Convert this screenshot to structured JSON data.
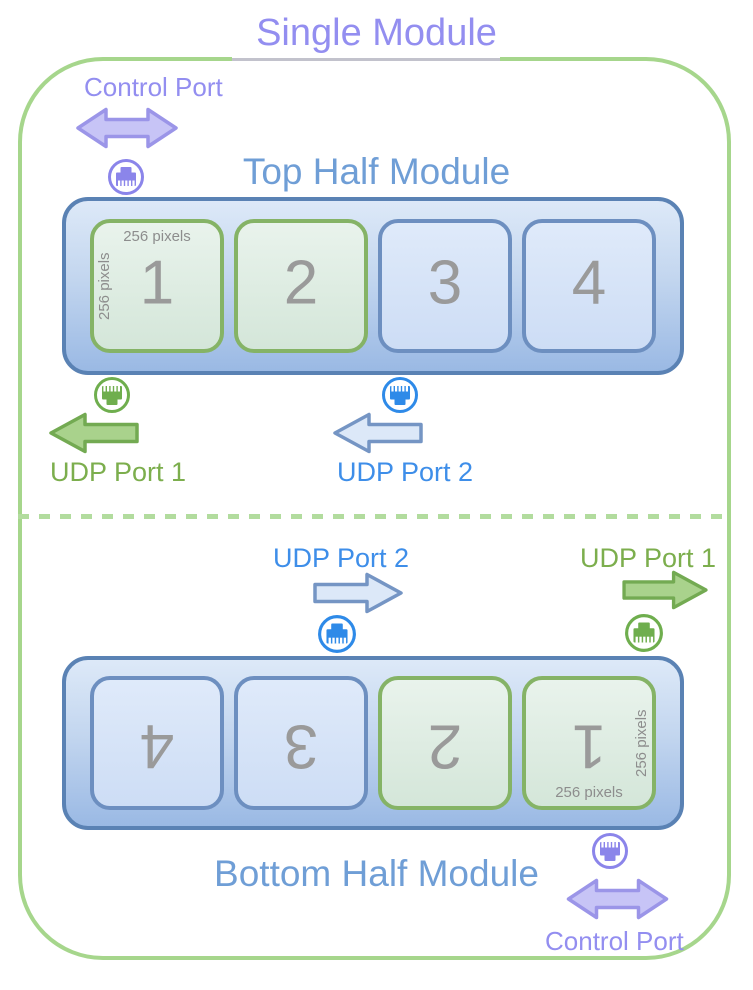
{
  "title": "Single Module",
  "top": {
    "title": "Top Half Module",
    "control_port_label": "Control Port",
    "udp_port_1_label": "UDP Port 1",
    "udp_port_2_label": "UDP Port 2",
    "width_label": "256 pixels",
    "height_label": "256 pixels",
    "blocks": [
      {
        "num": "1",
        "color": "green"
      },
      {
        "num": "2",
        "color": "green"
      },
      {
        "num": "3",
        "color": "blue"
      },
      {
        "num": "4",
        "color": "blue"
      }
    ]
  },
  "bottom": {
    "title": "Bottom Half Module",
    "control_port_label": "Control Port",
    "udp_port_1_label": "UDP Port 1",
    "udp_port_2_label": "UDP Port 2",
    "width_label": "256 pixels",
    "height_label": "256 pixels",
    "blocks": [
      {
        "num": "4",
        "color": "blue"
      },
      {
        "num": "3",
        "color": "blue"
      },
      {
        "num": "2",
        "color": "green"
      },
      {
        "num": "1",
        "color": "green"
      }
    ]
  },
  "colors": {
    "purple_accent": "#938ef0",
    "blue_title": "#6f9ed6",
    "green_border": "#a6d68c",
    "module_border": "#5a82b4",
    "green_block_border": "#85b366",
    "blue_block_border": "#6d8fc0",
    "udp1_green": "#7cae4d",
    "udp2_blue": "#3e8ee9",
    "ethernet_blue": "#2e8ae8",
    "ethernet_green": "#6fae4e",
    "number_gray": "#9a9a9a"
  }
}
